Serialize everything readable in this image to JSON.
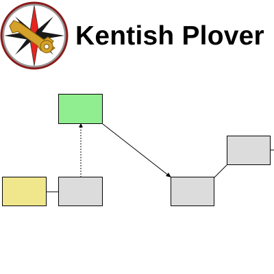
{
  "app": {
    "title": "Kentish Plover",
    "logo_icon": "compass-star-key-logo"
  },
  "colors": {
    "green_node": "#90EE90",
    "yellow_node": "#F0E68C",
    "grey_node": "#DCDCDC",
    "logo_star_red": "#E8231E",
    "logo_key_gold": "#D4A12A",
    "logo_ring": "#8B1A1A"
  },
  "diagram": {
    "nodes": [
      {
        "id": "green",
        "fill": "#90EE90"
      },
      {
        "id": "yellow",
        "fill": "#F0E68C"
      },
      {
        "id": "grey-a",
        "fill": "#DCDCDC"
      },
      {
        "id": "grey-b",
        "fill": "#DCDCDC"
      },
      {
        "id": "grey-c",
        "fill": "#DCDCDC"
      }
    ],
    "edges": [
      {
        "from": "grey-a",
        "to": "green",
        "style": "dotted",
        "arrow": true
      },
      {
        "from": "green",
        "to": "grey-b",
        "style": "solid",
        "arrow": true
      },
      {
        "from": "yellow",
        "to": "grey-a",
        "style": "solid",
        "arrow": false
      },
      {
        "from": "grey-b",
        "to": "grey-c",
        "style": "solid",
        "arrow": false
      }
    ]
  }
}
